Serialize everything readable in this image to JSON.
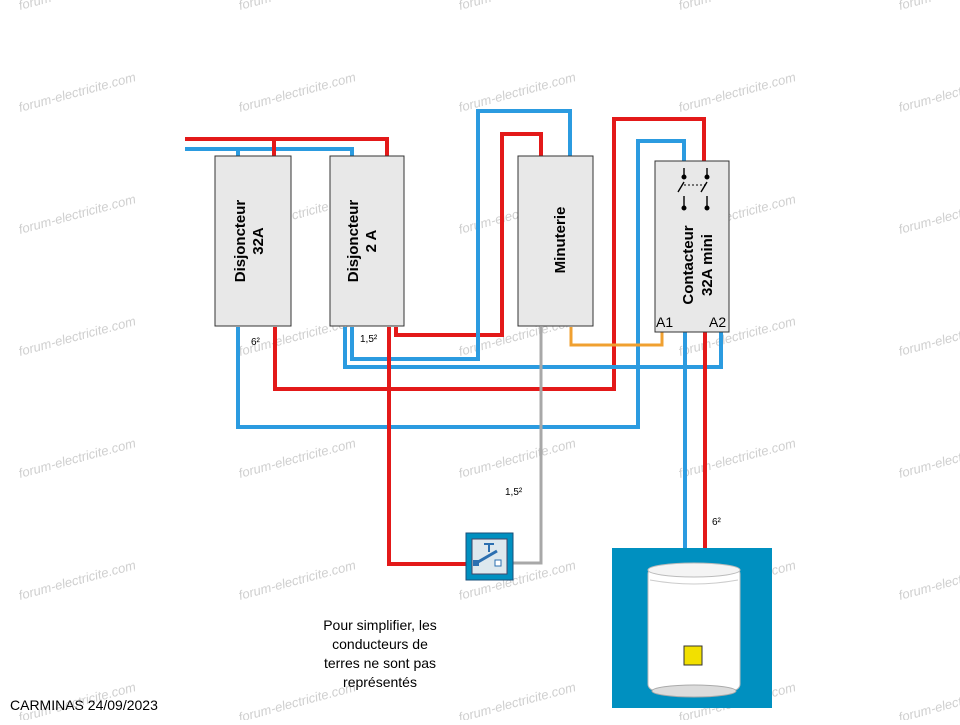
{
  "colors": {
    "phase": "#e31919",
    "neutral": "#2b9be0",
    "timer_link": "#f0a030",
    "switch_return": "#a8a8a8",
    "box_fill": "#e8e8e8",
    "heater_bg": "#0090c0",
    "watermark": "#cfcfcf"
  },
  "watermark_text": "forum-electricite.com",
  "modules": {
    "breaker_32a": {
      "line1": "Disjoncteur",
      "line2": "32A"
    },
    "breaker_2a": {
      "line1": "Disjoncteur",
      "line2": "2 A"
    },
    "timer": {
      "label": "Minuterie"
    },
    "contactor": {
      "line1": "Contacteur",
      "line2": "32A mini",
      "a1": "A1",
      "a2": "A2"
    }
  },
  "cable_sections": {
    "breaker_32a": "6²",
    "breaker_2a": "1,5²",
    "push_button": "1,5²",
    "heater": "6²"
  },
  "note_lines": [
    "Pour simplifier, les",
    "conducteurs de",
    "terres ne sont pas",
    "représentés"
  ],
  "credit": "CARMINAS 24/09/2023",
  "icons": [
    "push-button-icon",
    "water-heater-icon",
    "contactor-switch-icon"
  ]
}
